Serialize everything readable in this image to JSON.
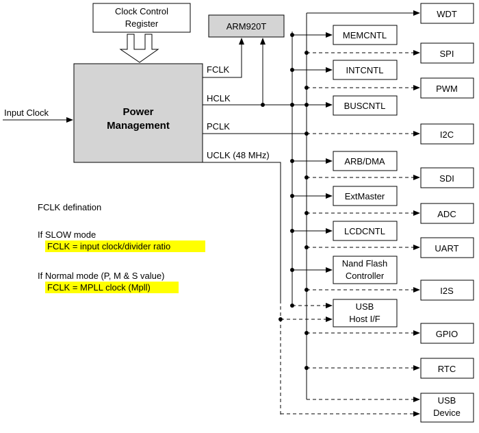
{
  "clock_register": {
    "line1": "Clock Control",
    "line2": "Register"
  },
  "cpu": "ARM920T",
  "power_management": {
    "line1": "Power",
    "line2": "Management"
  },
  "input_label": "Input Clock",
  "clocks": {
    "fclk": "FCLK",
    "hclk": "HCLK",
    "pclk": "PCLK",
    "uclk": "UCLK (48 MHz)"
  },
  "ahb_blocks": [
    {
      "name": "memcntl",
      "label": "MEMCNTL"
    },
    {
      "name": "intcntl",
      "label": "INTCNTL"
    },
    {
      "name": "buscntl",
      "label": "BUSCNTL"
    },
    {
      "name": "arb-dma",
      "label": "ARB/DMA"
    },
    {
      "name": "extmaster",
      "label": "ExtMaster"
    },
    {
      "name": "lcdcntl",
      "label": "LCDCNTL"
    },
    {
      "name": "nand-flash",
      "label": "Nand Flash",
      "label2": "Controller"
    },
    {
      "name": "usb-host",
      "label": "USB",
      "label2": "Host I/F"
    }
  ],
  "apb_blocks": [
    {
      "name": "wdt",
      "label": "WDT"
    },
    {
      "name": "spi",
      "label": "SPI"
    },
    {
      "name": "pwm",
      "label": "PWM"
    },
    {
      "name": "i2c",
      "label": "I2C"
    },
    {
      "name": "sdi",
      "label": "SDI"
    },
    {
      "name": "adc",
      "label": "ADC"
    },
    {
      "name": "uart",
      "label": "UART"
    },
    {
      "name": "i2s",
      "label": "I2S"
    },
    {
      "name": "gpio",
      "label": "GPIO"
    },
    {
      "name": "rtc",
      "label": "RTC"
    },
    {
      "name": "usb-device",
      "label": "USB",
      "label2": "Device"
    }
  ],
  "notes": {
    "title": "FCLK defination",
    "slow_mode": "If SLOW mode",
    "slow_formula": "FCLK = input clock/divider ratio",
    "normal_mode": "If Normal mode (P, M & S value)",
    "normal_formula": "FCLK = MPLL clock (Mpll)"
  },
  "colors": {
    "highlight": "#ffff00",
    "block_fill": "#d4d4d4",
    "line": "#000000"
  }
}
